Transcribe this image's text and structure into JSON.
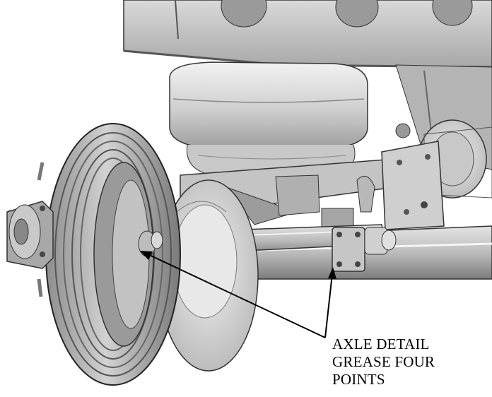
{
  "figure": {
    "callout_lines": [
      "AXLE DETAIL",
      "GREASE FOUR",
      "POINTS"
    ]
  },
  "colors": {
    "background": "#ffffff",
    "metal_light": "#e6e6e6",
    "metal_mid": "#bdbdbd",
    "metal_dark": "#6e6e6e",
    "outline": "#2a2a2a",
    "leader": "#000000"
  }
}
